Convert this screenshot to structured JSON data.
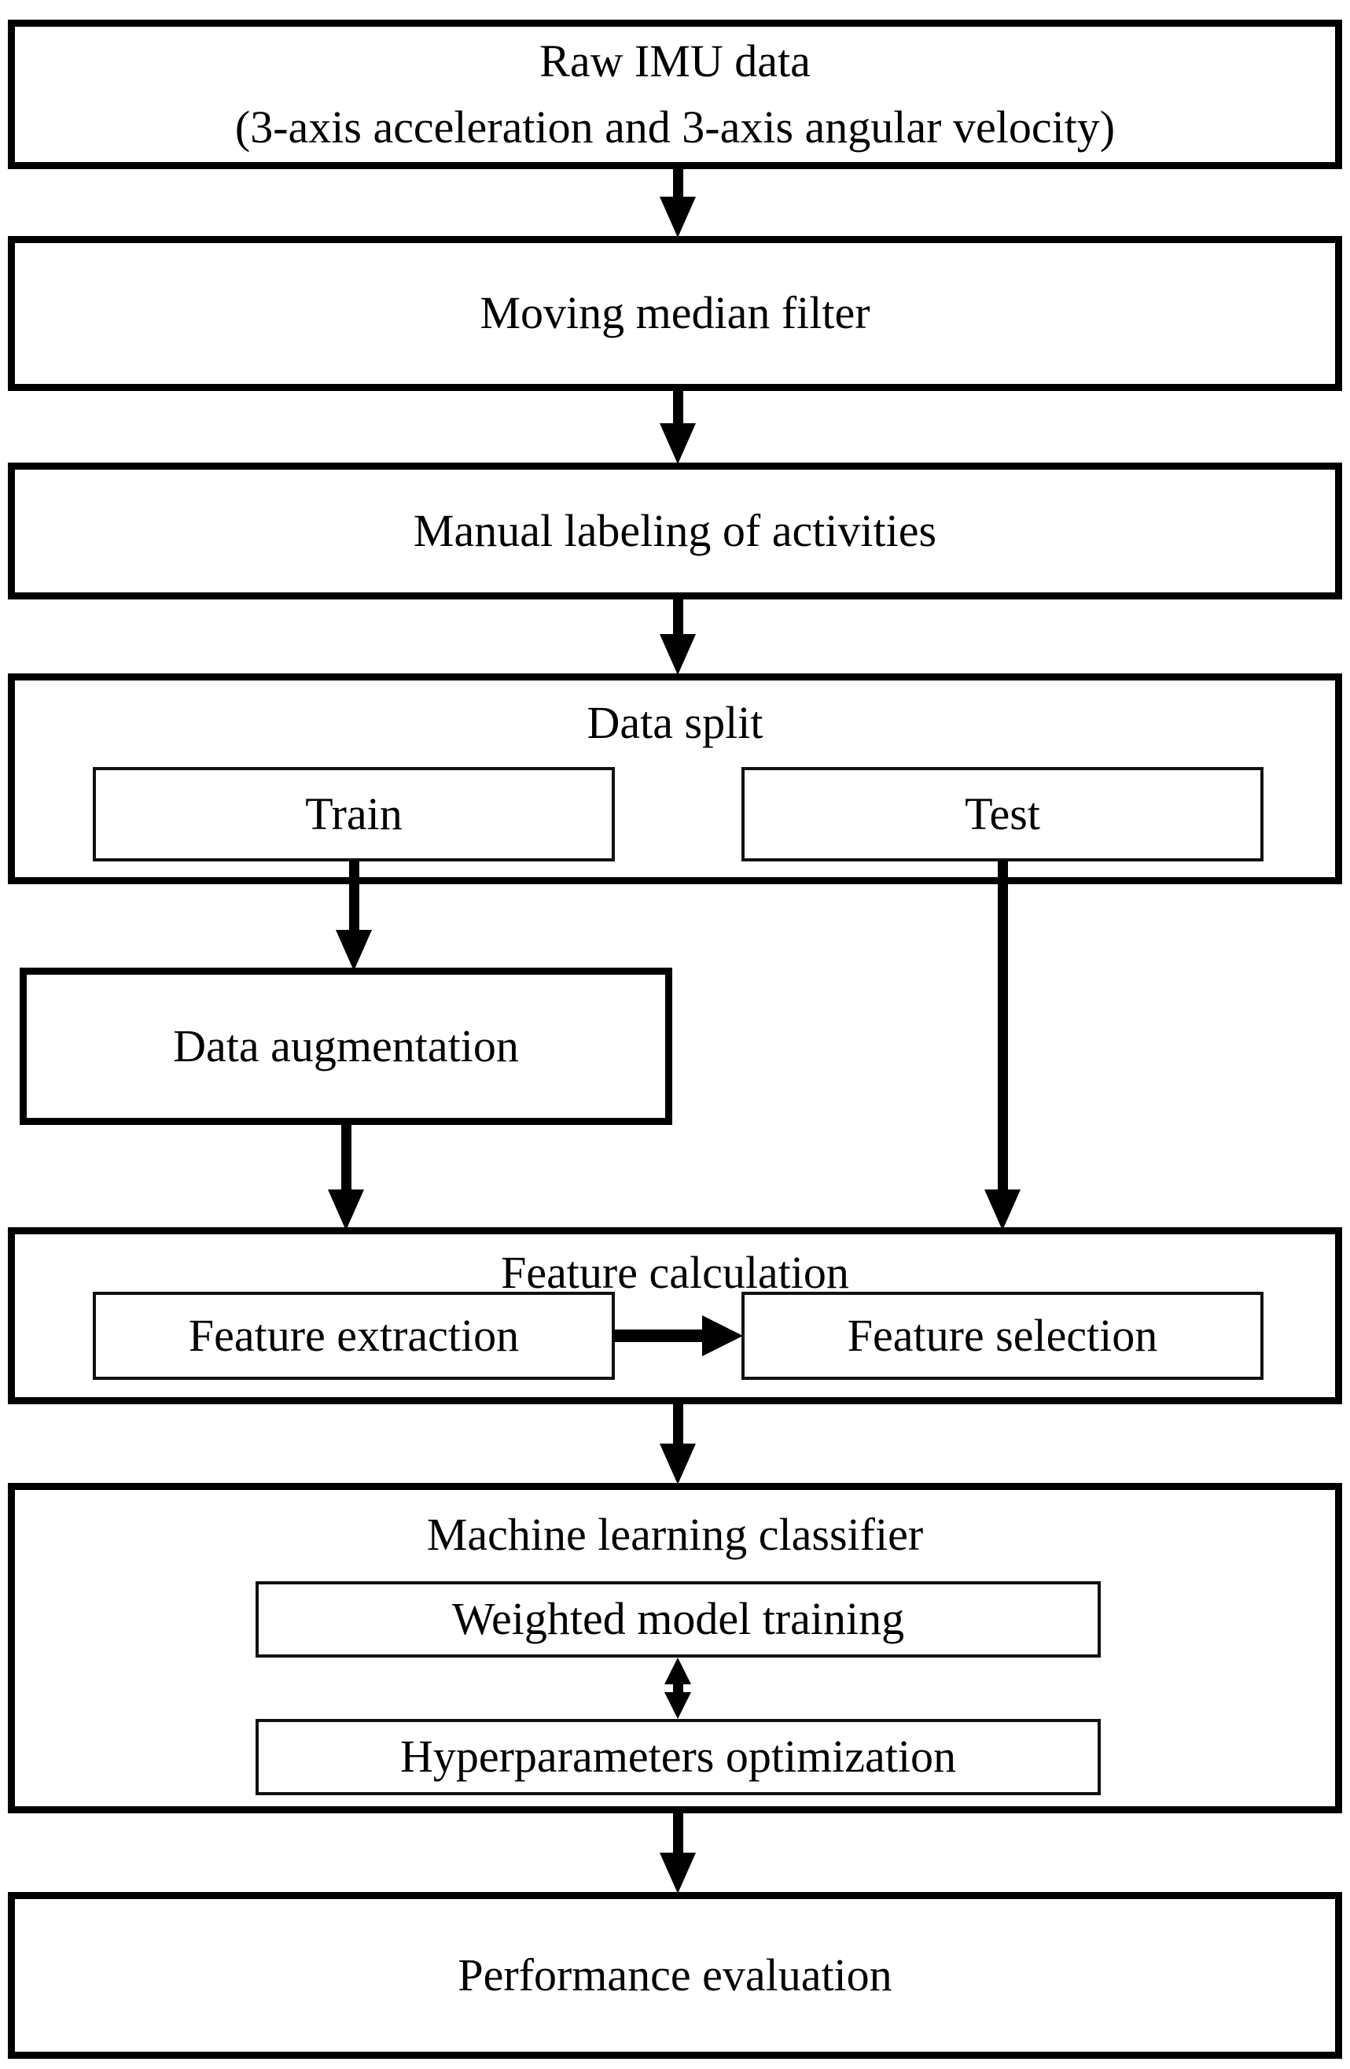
{
  "figure": {
    "type": "flowchart",
    "background": "#ffffff",
    "stroke_color": "#000000",
    "text_color": "#000000"
  },
  "nodes": {
    "raw_imu": {
      "line1": "Raw IMU data",
      "line2": "(3-axis acceleration and 3-axis angular velocity)"
    },
    "median_filter": {
      "label": "Moving median filter"
    },
    "manual_labeling": {
      "label": "Manual labeling of activities"
    },
    "data_split": {
      "label": "Data split",
      "train": "Train",
      "test": "Test"
    },
    "data_augmentation": {
      "label": "Data augmentation"
    },
    "feature_calculation": {
      "label": "Feature calculation",
      "extraction": "Feature extraction",
      "selection": "Feature selection"
    },
    "ml_classifier": {
      "label": "Machine learning classifier",
      "training": "Weighted model training",
      "optimization": "Hyperparameters optimization"
    },
    "performance": {
      "label": "Performance evaluation"
    }
  }
}
